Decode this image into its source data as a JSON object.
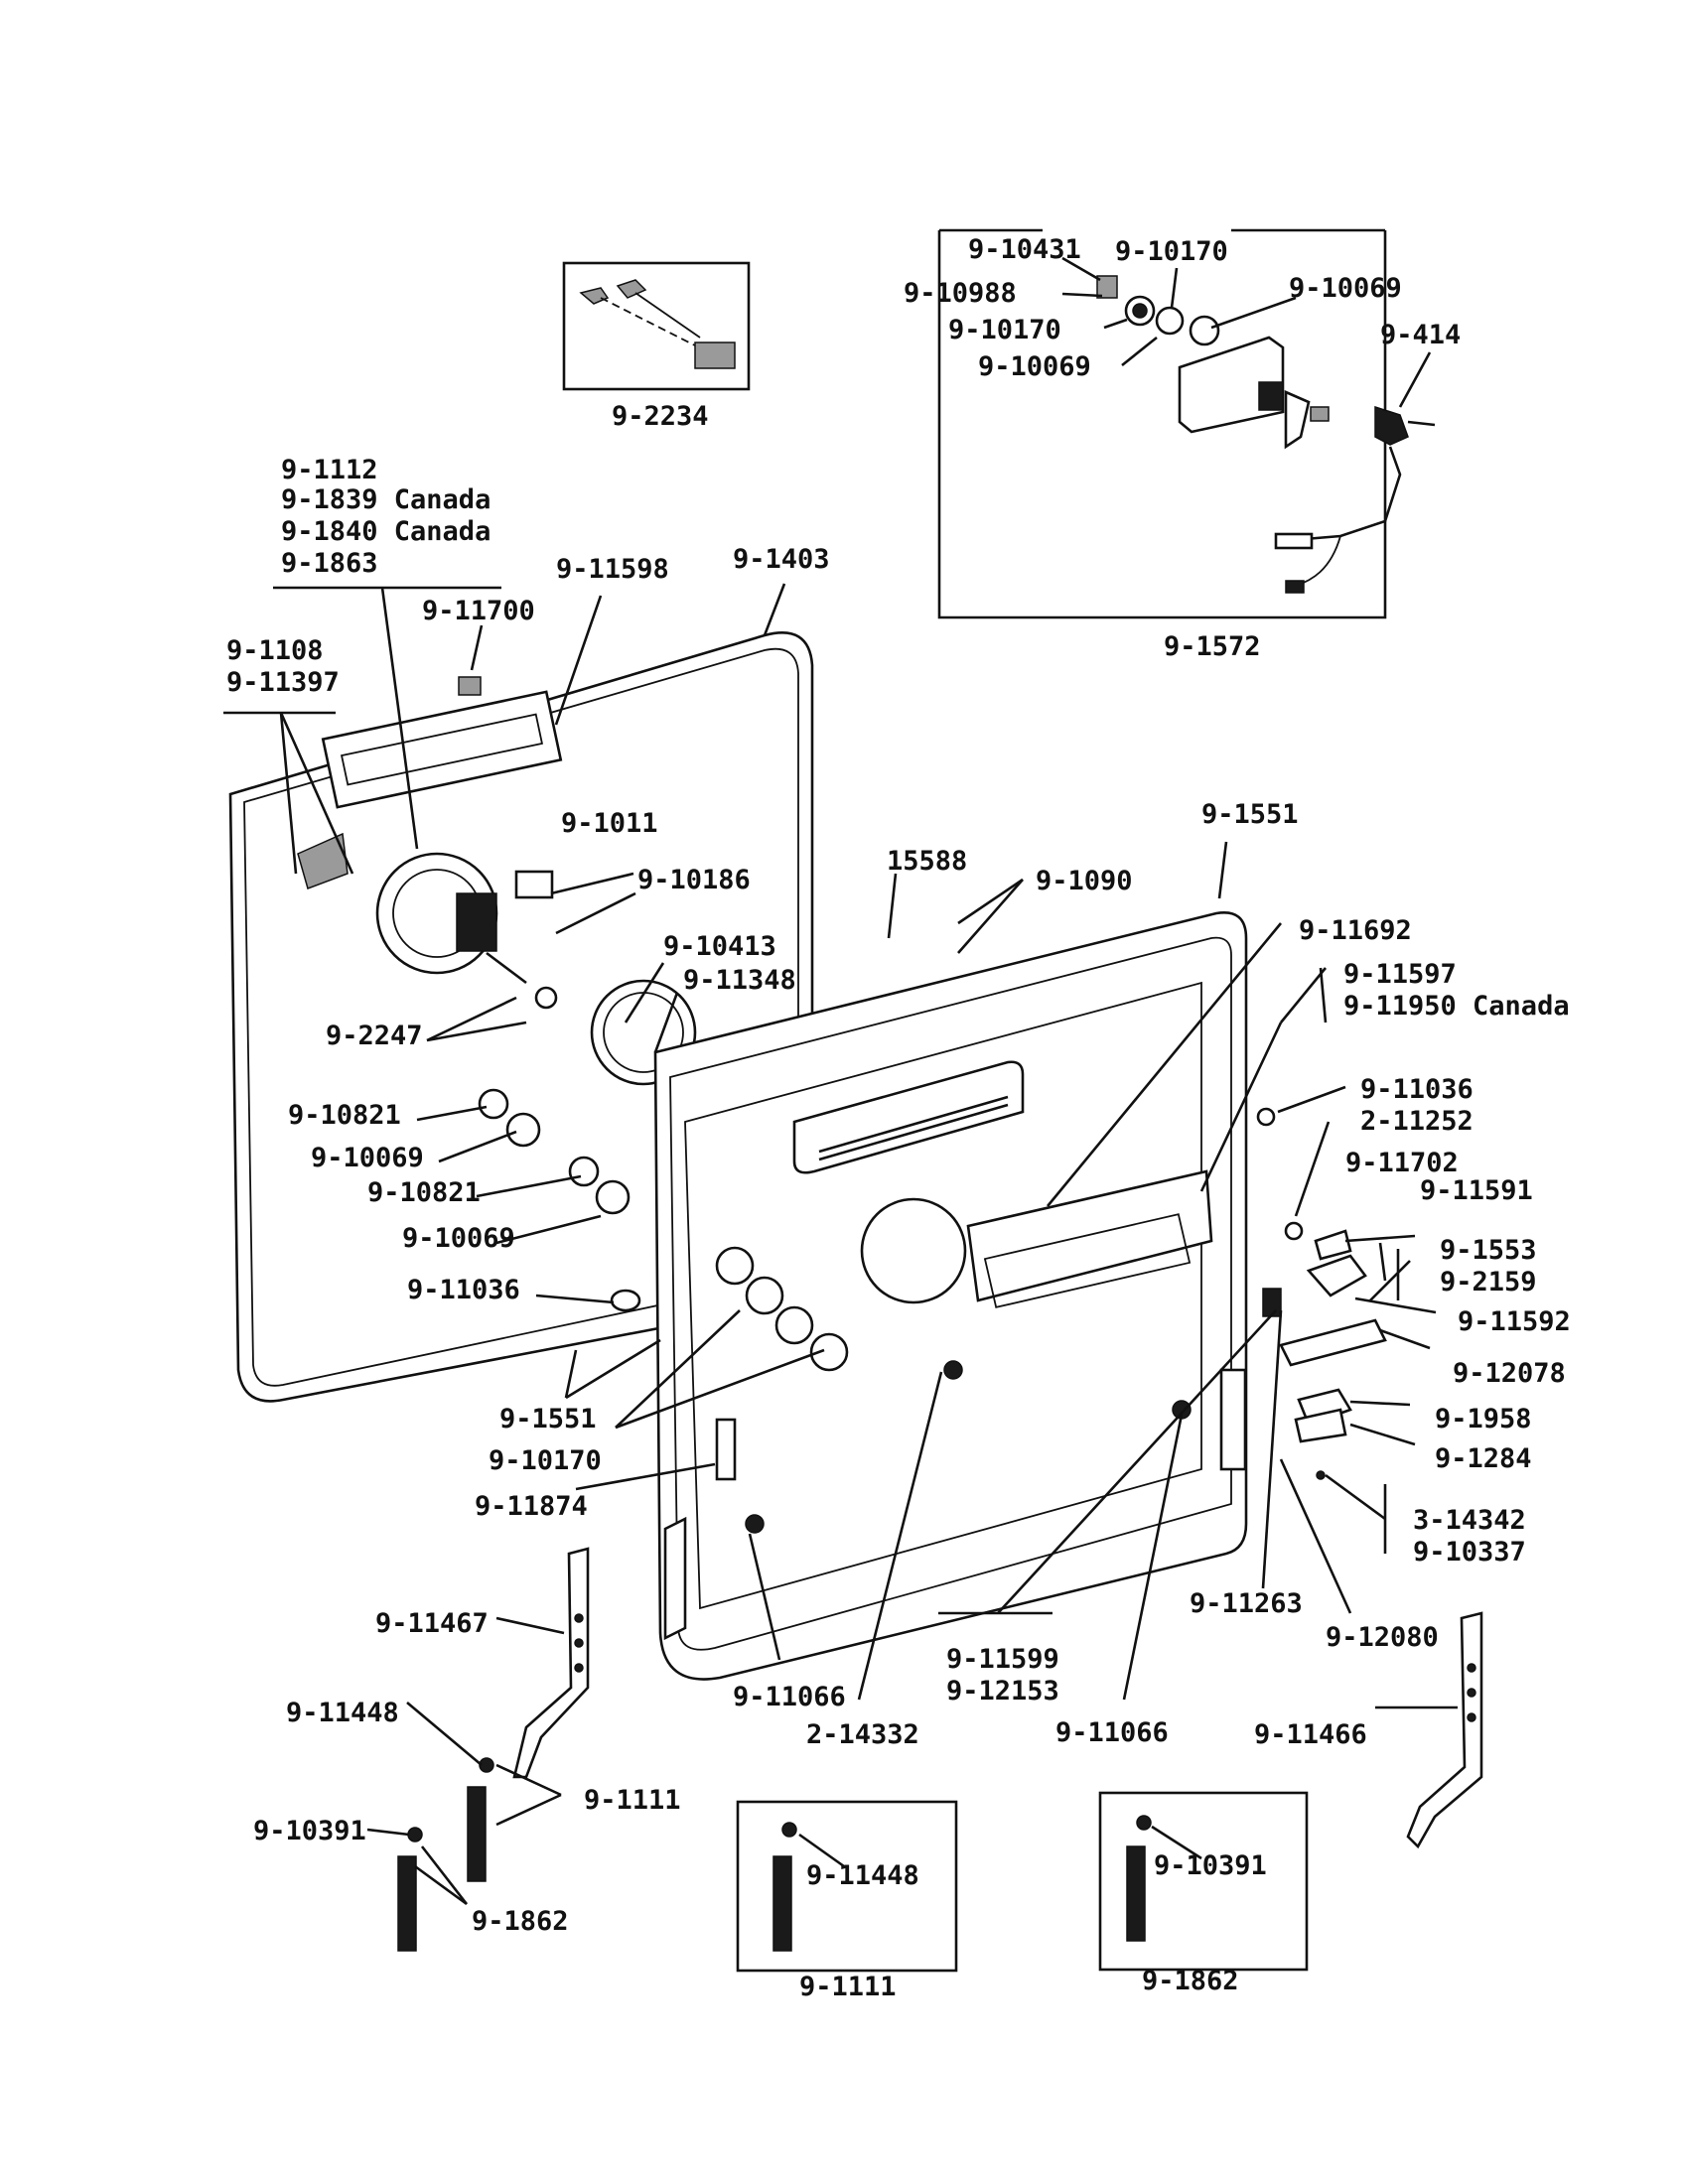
{
  "labels": {
    "harness": "9-2234",
    "kit_1572": "9-1572",
    "k_10431": "9-10431",
    "k_10170_a": "9-10170",
    "k_10988": "9-10988",
    "k_10069_a": "9-10069",
    "k_10170_b": "9-10170",
    "k_10069_b": "9-10069",
    "k_414": "9-414",
    "l_1112": "9-1112",
    "l_1839": "9-1839 Canada",
    "l_1840": "9-1840 Canada",
    "l_1863": "9-1863",
    "l_11598": "9-11598",
    "l_1403": "9-1403",
    "l_11700": "9-11700",
    "l_1108": "9-1108",
    "l_11397": "9-11397",
    "l_1011": "9-1011",
    "l_10186": "9-10186",
    "l_10413": "9-10413",
    "l_11348": "9-11348",
    "l_2247": "9-2247",
    "l_10821_a": "9-10821",
    "l_10069_c": "9-10069",
    "l_10821_b": "9-10821",
    "l_10069_d": "9-10069",
    "l_11036_l": "9-11036",
    "l_1551_l": "9-1551",
    "l_10170_c": "9-10170",
    "l_11874": "9-11874",
    "l_11467": "9-11467",
    "l_11448": "9-11448",
    "l_1111": "9-1111",
    "l_10391": "9-10391",
    "l_1862": "9-1862",
    "r_15588": "15588",
    "r_1090": "9-1090",
    "r_1551": "9-1551",
    "r_11692": "9-11692",
    "r_11597": "9-11597",
    "r_11950": "9-11950 Canada",
    "r_11036": "9-11036",
    "r_11252": "2-11252",
    "r_11702": "9-11702",
    "r_11591": "9-11591",
    "r_1553": "9-1553",
    "r_2159": "9-2159",
    "r_11592": "9-11592",
    "r_12078": "9-12078",
    "r_1958": "9-1958",
    "r_1284": "9-1284",
    "r_14342": "3-14342",
    "r_10337": "9-10337",
    "r_11263": "9-11263",
    "r_12080": "9-12080",
    "r_11466": "9-11466",
    "r_11599": "9-11599",
    "r_12153": "9-12153",
    "r_11066_a": "9-11066",
    "r_14332": "2-14332",
    "r_11066_b": "9-11066",
    "box_11448": "9-11448",
    "box_1111": "9-1111",
    "box_10391": "9-10391",
    "box_1862": "9-1862"
  }
}
